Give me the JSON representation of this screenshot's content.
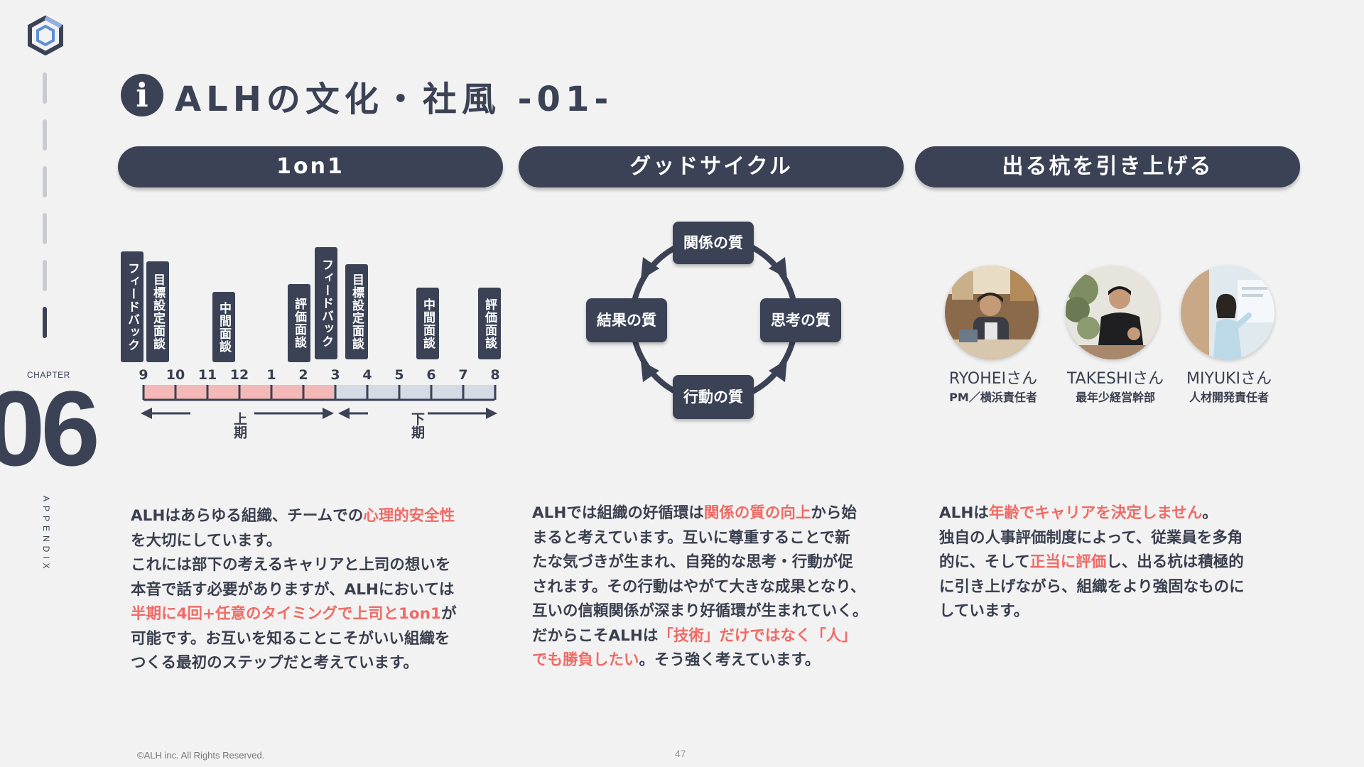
{
  "title": "ALHの文化・社風 -01-",
  "title_icon": "info-icon",
  "chapter_label": "CHAPTER",
  "chapter_number": "06",
  "appendix": "APPENDIX",
  "sections": [
    {
      "title": "1on1"
    },
    {
      "title": "グッドサイクル"
    },
    {
      "title": "出る杭を引き上げる"
    }
  ],
  "timeline": {
    "tags": [
      "フィードバック",
      "目標設定面談",
      "中間面談",
      "評価面談",
      "フィードバック",
      "目標設定面談",
      "中間面談",
      "評価面談"
    ],
    "months": [
      "9",
      "10",
      "11",
      "12",
      "1",
      "2",
      "3",
      "4",
      "5",
      "6",
      "7",
      "8"
    ],
    "first_half": "上期",
    "second_half": "下期",
    "first_half_color": "#f4b8b6",
    "second_half_color": "#d5dae4"
  },
  "cycle": {
    "nodes": [
      "関係の質",
      "思考の質",
      "行動の質",
      "結果の質"
    ]
  },
  "people": [
    {
      "name": "RYOHEIさん",
      "role": "PM／横浜責任者"
    },
    {
      "name": "TAKESHIさん",
      "role": "最年少経営幹部"
    },
    {
      "name": "MIYUKIさん",
      "role": "人材開発責任者"
    }
  ],
  "paragraphs": {
    "p1": [
      "ALHはあらゆる組織、チームでの",
      "心理的安全性",
      "を大切にしています。",
      "これには部下の考えるキャリアと上司の想いを",
      "本音で話す必要がありますが、ALHにおいては",
      "半期に4回+任意のタイミングで上司と1on1",
      "が",
      "可能です。お互いを知ることこそがいい組織を",
      "つくる最初のステップだと考えています。"
    ],
    "p2": [
      "ALHでは組織の好循環は",
      "関係の質の向上",
      "から始",
      "まると考えています。互いに尊重することで新",
      "たな気づきが生まれ、自発的な思考・行動が促",
      "されます。その行動はやがて大きな成果となり、",
      "互いの信頼関係が深まり好循環が生まれていく。",
      "だからこそALHは",
      "「技術」だけではなく「人」",
      "でも勝負したい",
      "。そう強く考えています。"
    ],
    "p3": [
      "ALHは",
      "年齢でキャリアを決定しません",
      "。",
      "独自の人事評価制度によって、従業員を多角",
      "的に、そして",
      "正当に評価",
      "し、出る杭は積極的",
      "に引き上げながら、組織をより強固なものに",
      "しています。"
    ]
  },
  "highlight_color": "#ef6b66",
  "accent_color": "#3b4255",
  "footer": {
    "copyright": "©ALH inc. All Rights Reserved.",
    "page": "47"
  }
}
